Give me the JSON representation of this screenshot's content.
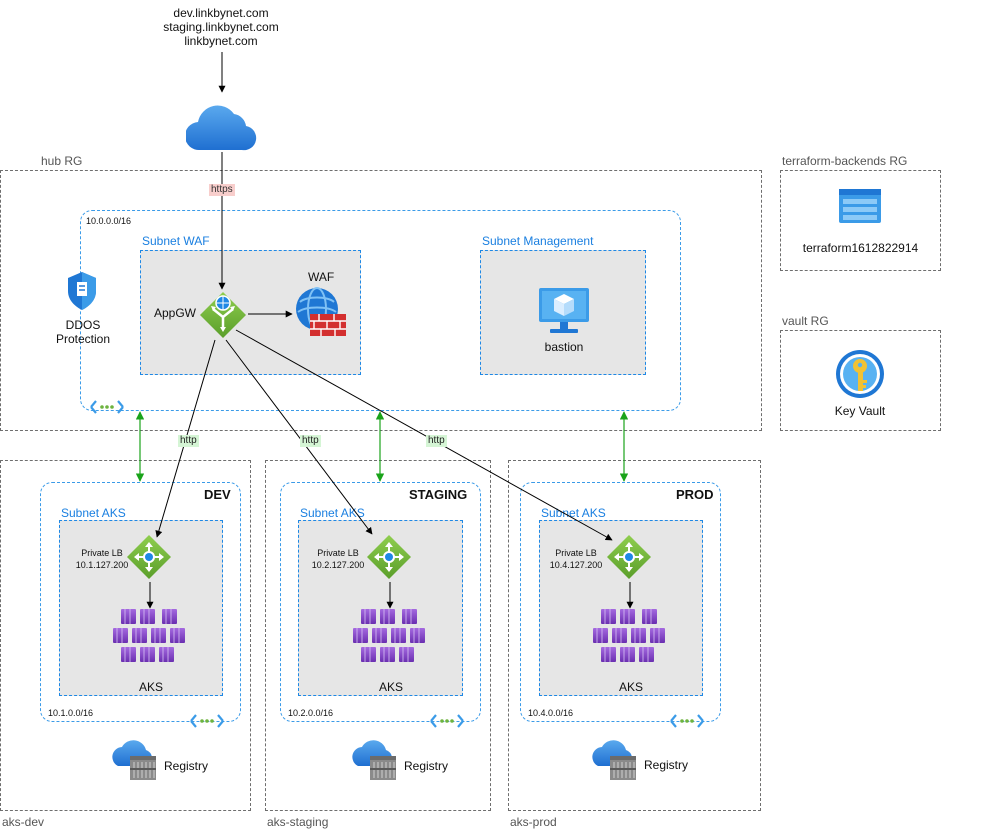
{
  "domains": [
    "dev.linkbynet.com",
    "staging.linkbynet.com",
    "linkbynet.com"
  ],
  "hub": {
    "rg_label": "hub RG",
    "vnet_cidr": "10.0.0.0/16",
    "ddos_label_1": "DDOS",
    "ddos_label_2": "Protection",
    "subnet_waf_label": "Subnet WAF",
    "appgw_label": "AppGW",
    "waf_label": "WAF",
    "subnet_mgmt_label": "Subnet Management",
    "bastion_label": "bastion"
  },
  "terraform": {
    "rg_label": "terraform-backends RG",
    "storage_label": "terraform1612822914"
  },
  "vault": {
    "rg_label": "vault RG",
    "keyvault_label": "Key Vault"
  },
  "edges": {
    "https": "https",
    "http": "http"
  },
  "envs": {
    "dev": {
      "rg_label": "aks-dev",
      "env_title": "DEV",
      "subnet_label": "Subnet AKS",
      "lb_label_1": "Private LB",
      "lb_label_2": "10.1.127.200",
      "aks_label": "AKS",
      "vnet_cidr": "10.1.0.0/16",
      "registry_label": "Registry"
    },
    "staging": {
      "rg_label": "aks-staging",
      "env_title": "STAGING",
      "subnet_label": "Subnet AKS",
      "lb_label_1": "Private LB",
      "lb_label_2": "10.2.127.200",
      "aks_label": "AKS",
      "vnet_cidr": "10.2.0.0/16",
      "registry_label": "Registry"
    },
    "prod": {
      "rg_label": "aks-prod",
      "env_title": "PROD",
      "subnet_label": "Subnet AKS",
      "lb_label_1": "Private LB",
      "lb_label_2": "10.4.127.200",
      "aks_label": "AKS",
      "vnet_cidr": "10.4.0.0/16",
      "registry_label": "Registry"
    }
  },
  "colors": {
    "vnet_border": "#3b9be8",
    "subnet_fill": "#e6e6e6",
    "peering_arrow": "#1aa31a",
    "https_tag": "#f8cecc",
    "http_tag": "#d5f5d5",
    "aks_purple": "#7b3fbf",
    "lb_green": "#6db33f"
  },
  "icons": [
    "cloud-icon",
    "ddos-shield-icon",
    "appgw-icon",
    "waf-icon",
    "bastion-icon",
    "storage-icon",
    "keyvault-icon",
    "vnet-icon",
    "load-balancer-icon",
    "aks-icon",
    "registry-icon"
  ]
}
